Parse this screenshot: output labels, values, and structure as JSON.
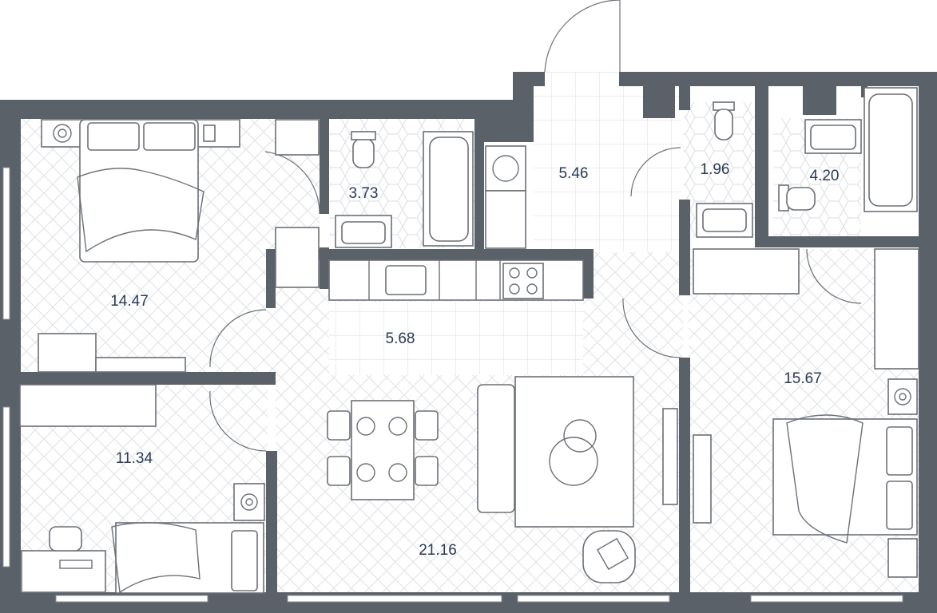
{
  "rooms": [
    {
      "id": "bedroom-1",
      "area": "14.47"
    },
    {
      "id": "bedroom-2",
      "area": "11.34"
    },
    {
      "id": "bathroom-1",
      "area": "3.73"
    },
    {
      "id": "hallway",
      "area": "5.46"
    },
    {
      "id": "wc",
      "area": "1.96"
    },
    {
      "id": "bathroom-2",
      "area": "4.20"
    },
    {
      "id": "kitchen",
      "area": "5.68"
    },
    {
      "id": "living-room",
      "area": "21.16"
    },
    {
      "id": "bedroom-3",
      "area": "15.67"
    }
  ],
  "colors": {
    "wall": "#5b6168",
    "text": "#2b3a55",
    "floor_pattern": "#e2e4e7"
  }
}
